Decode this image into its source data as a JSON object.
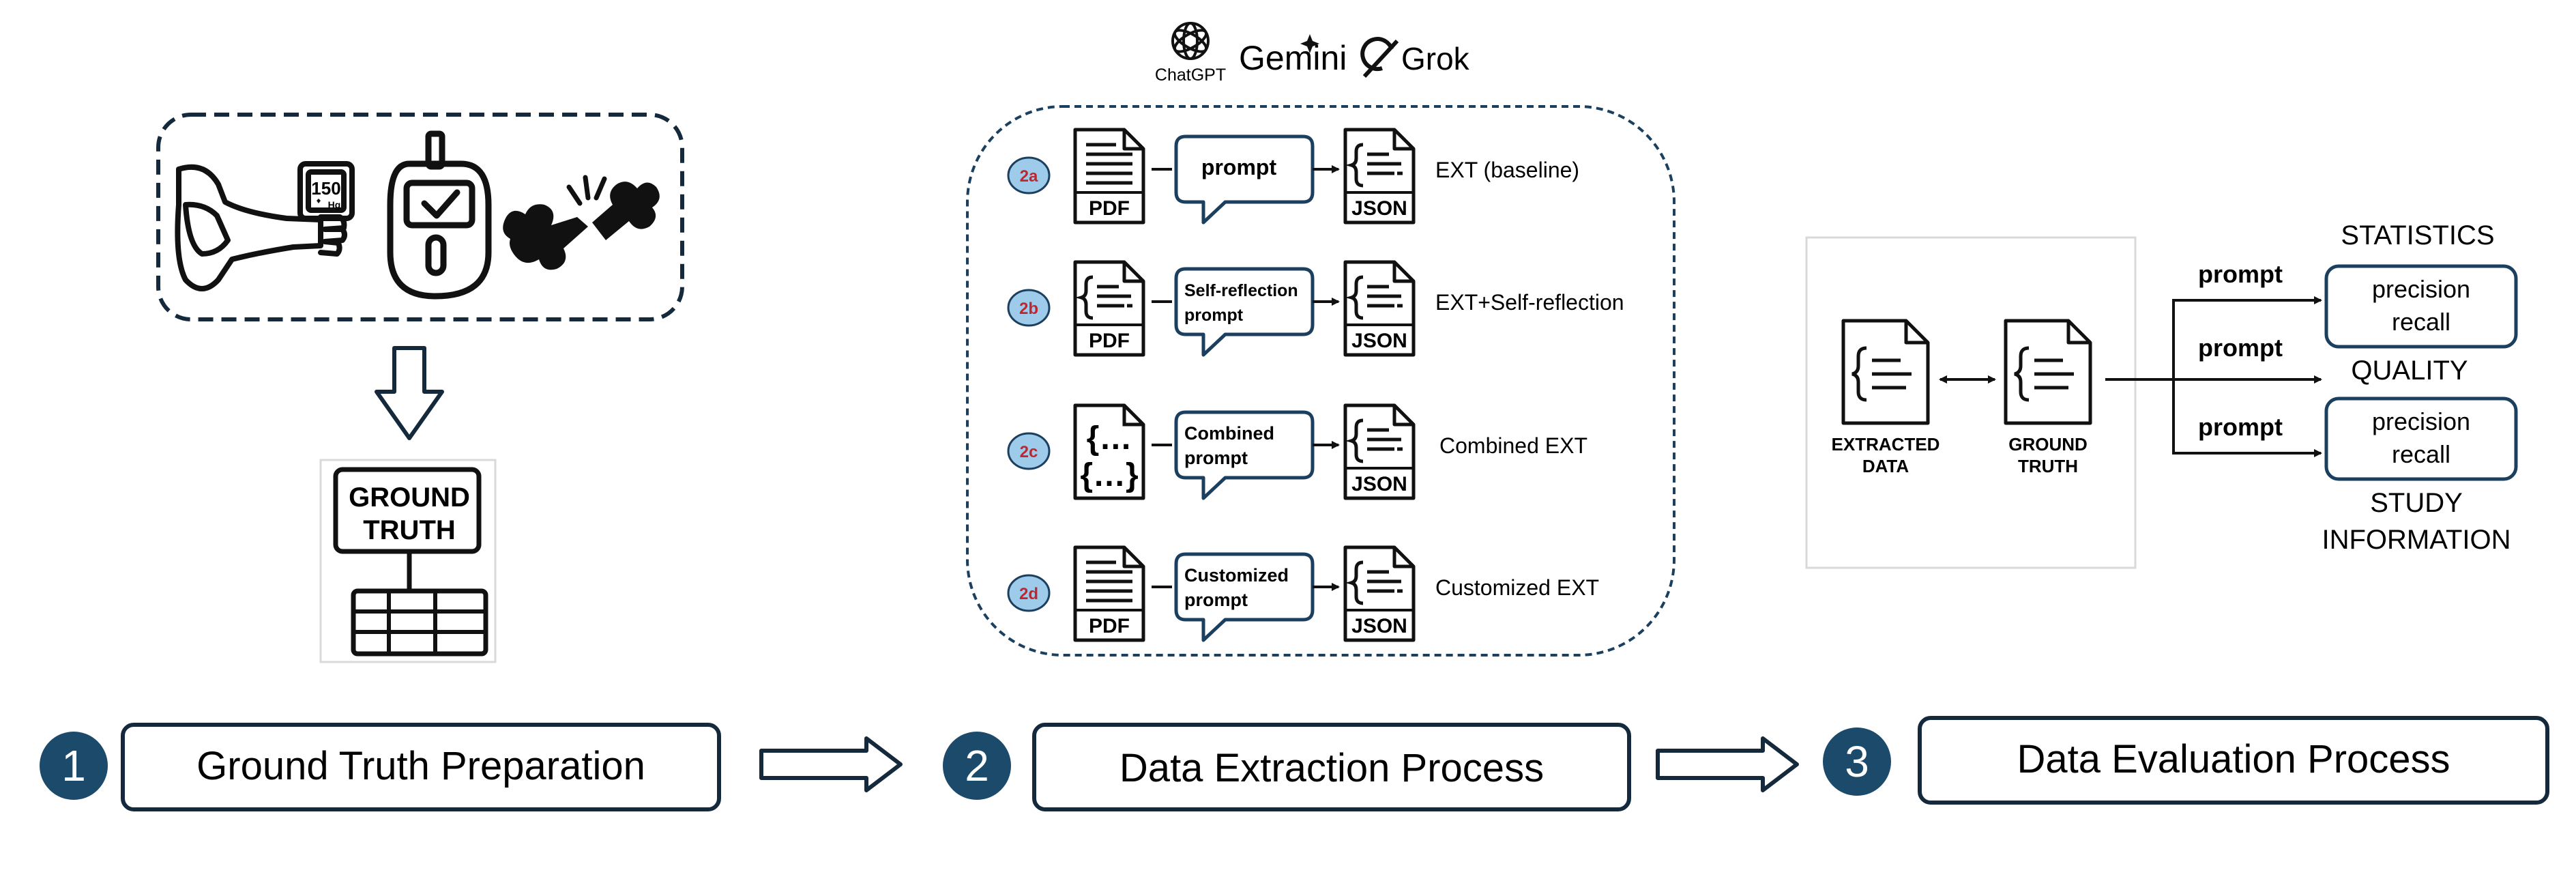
{
  "colors": {
    "navy": "#1b3f5e",
    "dark": "#142a3c",
    "circle_fill": "#1b4a6b",
    "badge_fill": "#9ecbea",
    "badge_text": "#c0262d",
    "frame": "#d9d9d9"
  },
  "icons": {
    "bp_cuff": "blood-pressure-cuff-icon",
    "glucose": "glucometer-icon",
    "fracture": "broken-bone-icon",
    "ground_truth_table": "ground-truth-table-icon",
    "pdf": "pdf-document-icon",
    "json": "json-document-icon",
    "speech": "speech-bubble-icon"
  },
  "llms": {
    "chatgpt": "ChatGPT",
    "gemini": "Gemini",
    "grok": "Grok"
  },
  "stage1": {
    "bp_value": "150",
    "bp_unit": "Hg",
    "ground_truth_line1": "GROUND",
    "ground_truth_line2": "TRUTH"
  },
  "stage2": {
    "doc_pdf": "PDF",
    "doc_json": "JSON",
    "rows": [
      {
        "badge": "2a",
        "prompt_line1": "prompt",
        "prompt_line2": "",
        "label": "EXT (baseline)"
      },
      {
        "badge": "2b",
        "prompt_line1": "Self-reflection",
        "prompt_line2": "prompt",
        "label": "EXT+Self-reflection"
      },
      {
        "badge": "2c",
        "prompt_line1": "Combined",
        "prompt_line2": "prompt",
        "label": "Combined EXT"
      },
      {
        "badge": "2d",
        "prompt_line1": "Customized",
        "prompt_line2": "prompt",
        "label": "Customized EXT"
      }
    ]
  },
  "stage3": {
    "extracted_line1": "EXTRACTED",
    "extracted_line2": "DATA",
    "ground_line1": "GROUND",
    "ground_line2": "TRUTH",
    "prompt": "prompt",
    "statistics": "STATISTICS",
    "quality": "QUALITY",
    "study_line1": "STUDY",
    "study_line2": "INFORMATION",
    "metric_line1": "precision",
    "metric_line2": "recall"
  },
  "steps": [
    {
      "number": "1",
      "label": "Ground Truth Preparation"
    },
    {
      "number": "2",
      "label": "Data Extraction Process"
    },
    {
      "number": "3",
      "label": "Data Evaluation Process"
    }
  ]
}
